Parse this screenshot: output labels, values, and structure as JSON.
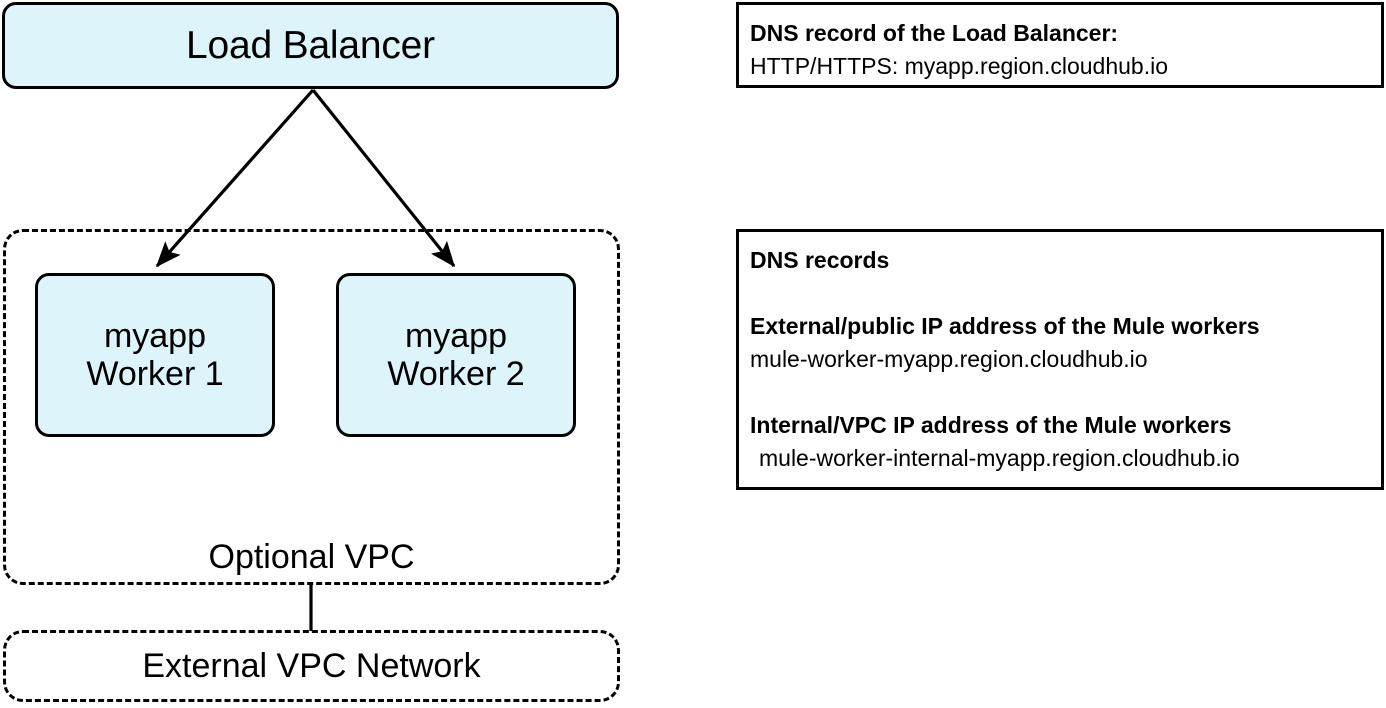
{
  "diagram": {
    "nodes": {
      "load_balancer": "Load Balancer",
      "worker_1": "myapp\nWorker 1",
      "worker_2": "myapp\nWorker 2",
      "vpc_group": "Optional VPC",
      "external_vpc": "External VPC Network"
    },
    "colors": {
      "node_fill": "#ddf4fb",
      "stroke": "#000000",
      "background": "#ffffff",
      "text": "#000000"
    },
    "edges": [
      {
        "from": "load_balancer",
        "to": "worker_1",
        "style": "solid-arrow"
      },
      {
        "from": "load_balancer",
        "to": "worker_2",
        "style": "solid-arrow"
      },
      {
        "from": "vpc_group",
        "to": "external_vpc",
        "style": "solid-line"
      }
    ]
  },
  "notes": {
    "load_balancer_note": {
      "title": "DNS record of the Load Balancer:",
      "value": "HTTP/HTTPS: myapp.region.cloudhub.io"
    },
    "dns_records_note": {
      "heading": "DNS records",
      "external_title": "External/public IP address of the Mule workers",
      "external_value": "mule-worker-myapp.region.cloudhub.io",
      "internal_title": "Internal/VPC IP address of the Mule workers",
      "internal_value": "mule-worker-internal-myapp.region.cloudhub.io"
    }
  }
}
